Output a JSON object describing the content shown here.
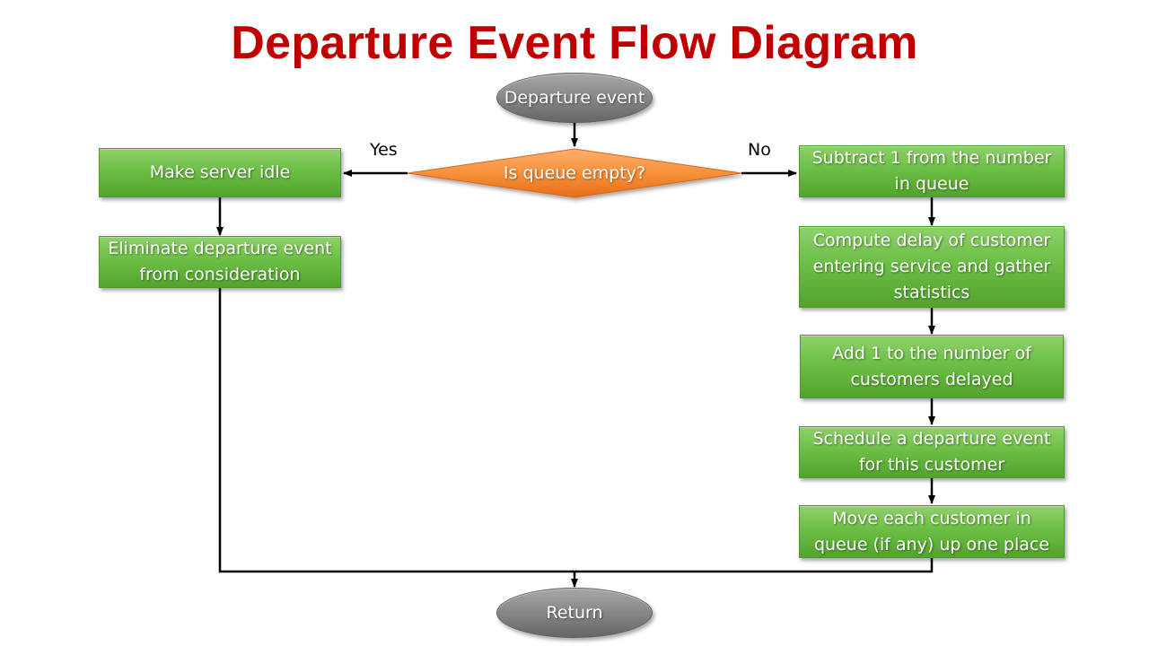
{
  "title": "Departure Event Flow Diagram",
  "nodes": {
    "start": "Departure event",
    "decision": "Is queue empty?",
    "make_idle": "Make server idle",
    "eliminate": "Eliminate departure event from consideration",
    "subtract": "Subtract 1 from the number in queue",
    "compute_delay": "Compute delay of customer entering service and gather statistics",
    "add_one": "Add 1 to the number of customers delayed",
    "schedule": "Schedule a departure event for this customer",
    "move_each": "Move each customer in queue (if any) up one place",
    "return": "Return"
  },
  "edges": {
    "yes_label": "Yes",
    "no_label": "No"
  },
  "colors": {
    "title": "#c00000",
    "process_box": "#6cbf45",
    "terminal": "#8a8a8a",
    "decision": "#f7903a",
    "connector": "#000000"
  }
}
